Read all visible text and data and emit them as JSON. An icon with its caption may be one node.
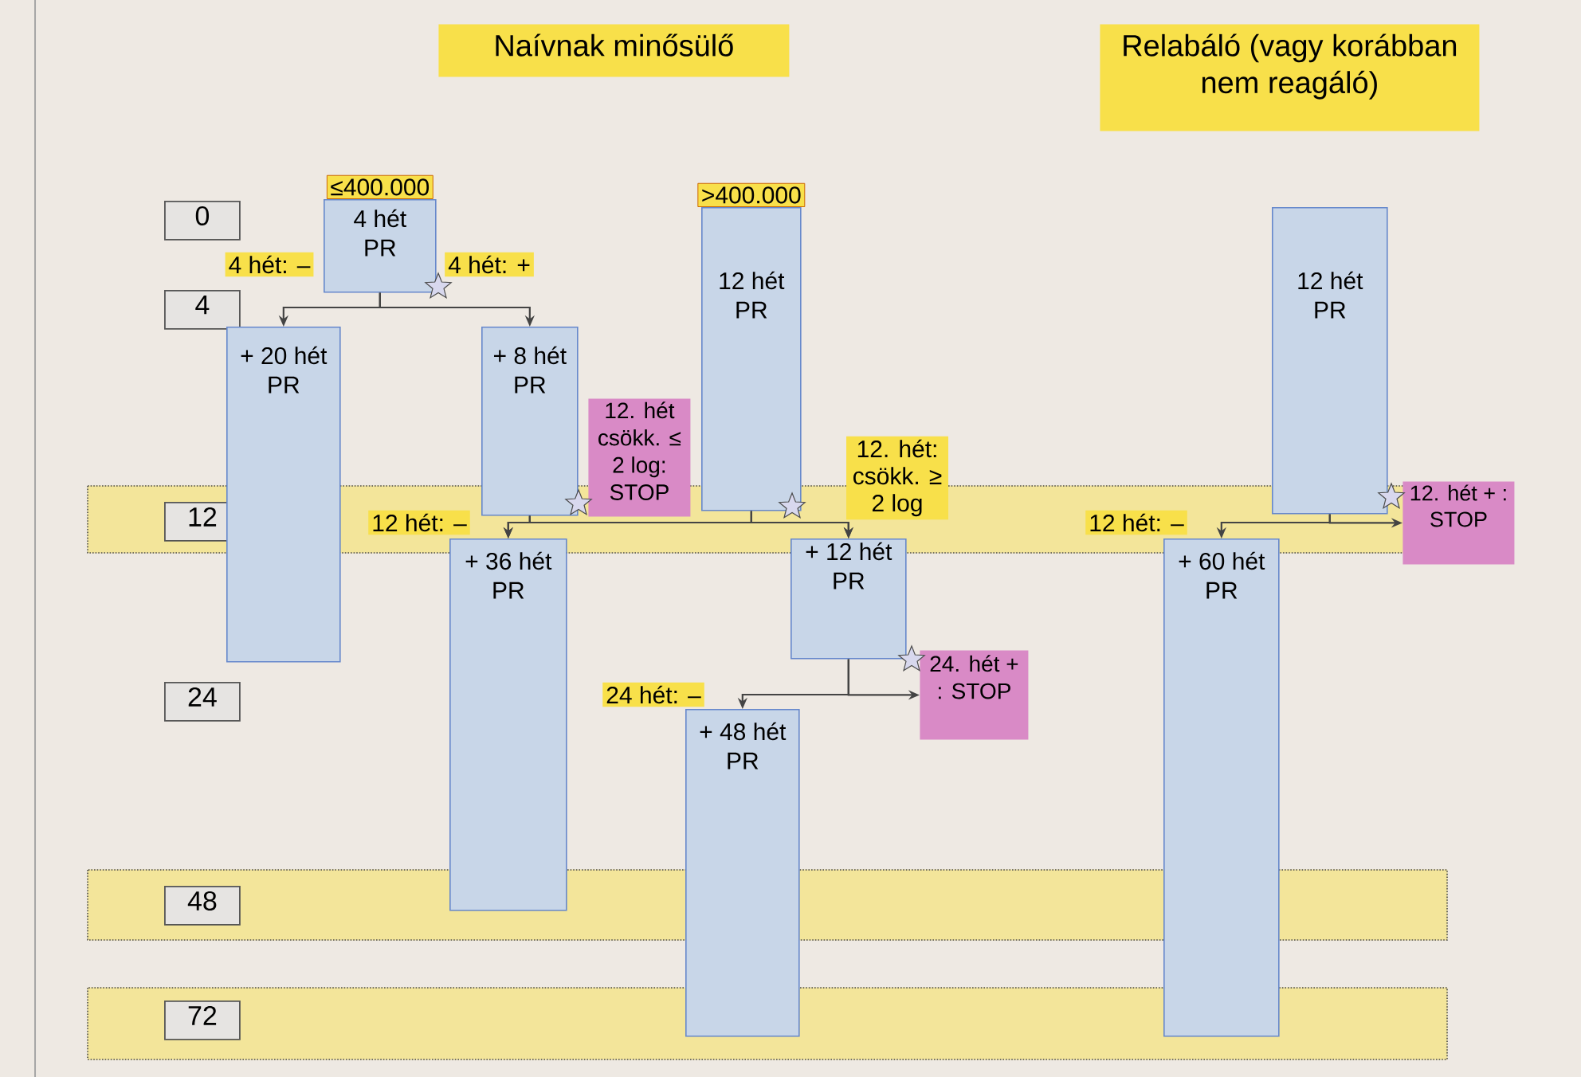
{
  "diagram": {
    "nodes": [
      {
        "text": [
          "Naívnak minősülő"
        ]
      },
      {
        "text": [
          "Relabáló (vagy korábban nem reagáló)"
        ]
      },
      {
        "text": [
          "0"
        ]
      },
      {
        "text": [
          "4"
        ]
      },
      {
        "text": [
          "12"
        ]
      },
      {
        "text": [
          "24"
        ]
      },
      {
        "text": [
          "48"
        ]
      },
      {
        "text": [
          "72"
        ]
      },
      {
        "text": [
          "4 hét PR"
        ],
        "beside": [
          "≤400.000"
        ]
      },
      {
        "text": [
          "+ 20 hét PR"
        ]
      },
      {
        "text": [
          "+ 8 hét PR"
        ]
      },
      {
        "text": [
          "12. hét csökk. ≤ 2 log: STOP"
        ]
      },
      {
        "text": [
          "12 hét PR"
        ],
        "beside": [
          ">400.000"
        ]
      },
      {
        "text": [
          "+ 36 hét PR"
        ]
      },
      {
        "text": [
          "+ 12 hét PR"
        ]
      },
      {
        "text": [
          "24. hét + : STOP"
        ]
      },
      {
        "text": [
          "+ 48 hét PR"
        ]
      },
      {
        "text": [
          "12 hét PR"
        ]
      },
      {
        "text": [
          "+ 60 hét PR"
        ]
      },
      {
        "text": [
          "12. hét + : STOP"
        ]
      }
    ],
    "edges": [
      {
        "from": 8,
        "to": 9,
        "arrow": "to",
        "label": "4 hét: –"
      },
      {
        "from": 8,
        "to": 10,
        "arrow": "to",
        "label": "4 hét: +"
      },
      {
        "from": 10,
        "to": 13,
        "arrow": "to",
        "label": "12 hét: –"
      },
      {
        "from": 10,
        "to": 14,
        "arrow": "to"
      },
      {
        "from": 12,
        "to": 13,
        "arrow": "to"
      },
      {
        "from": 12,
        "to": 14,
        "arrow": "to",
        "label": "12. hét: csökk. ≥ 2 log"
      },
      {
        "from": 14,
        "to": 16,
        "arrow": "to",
        "label": "24 hét: –"
      },
      {
        "from": 14,
        "to": 15,
        "arrow": "to"
      },
      {
        "from": 17,
        "to": 18,
        "arrow": "to",
        "label": "12 hét: –"
      },
      {
        "from": 17,
        "to": 19,
        "arrow": "to"
      }
    ]
  }
}
